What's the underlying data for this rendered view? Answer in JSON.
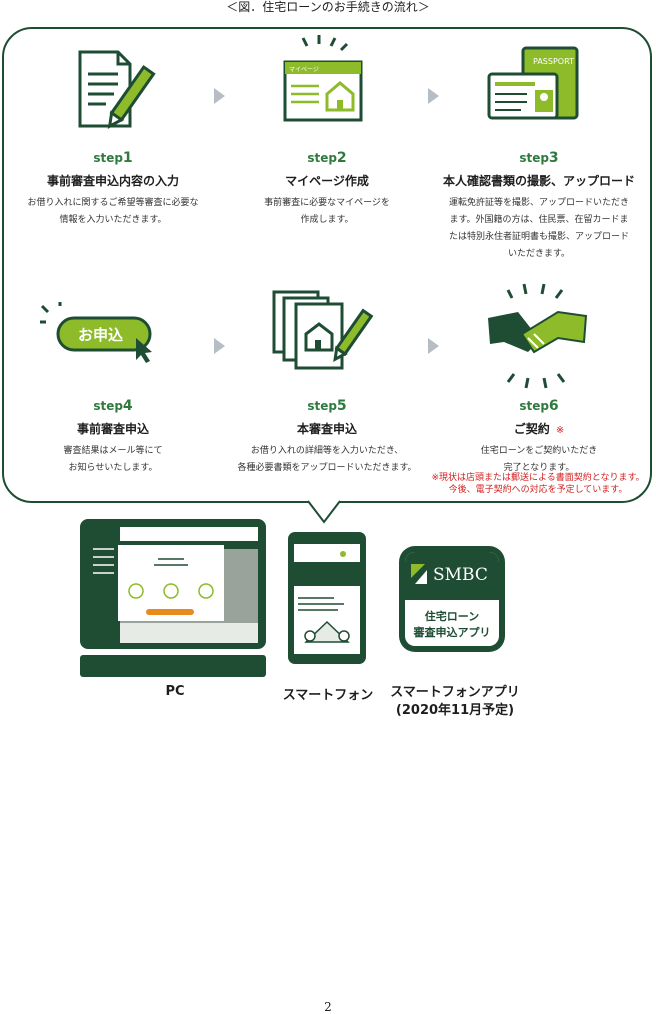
{
  "caption": "＜図．住宅ローンのお手続きの流れ＞",
  "steps": [
    {
      "prefix": "step",
      "num": "1",
      "title": "事前審査申込内容の入力",
      "desc": [
        "お借り入れに関するご希望等審査に必要な",
        "情報を入力いただきます。"
      ]
    },
    {
      "prefix": "step",
      "num": "2",
      "title": "マイページ作成",
      "desc": [
        "事前審査に必要なマイページを",
        "作成します。"
      ]
    },
    {
      "prefix": "step",
      "num": "3",
      "title": "本人確認書類の撮影、アップロード",
      "desc": [
        "運転免許証等を撮影、アップロードいただき",
        "ます。外国籍の方は、住民票、在留カードま",
        "たは特別永住者証明書も撮影、アップロード",
        "いただきます。"
      ]
    },
    {
      "prefix": "step",
      "num": "4",
      "title": "事前審査申込",
      "desc": [
        "審査結果はメール等にて",
        "お知らせいたします。"
      ]
    },
    {
      "prefix": "step",
      "num": "5",
      "title": "本審査申込",
      "desc": [
        "お借り入れの詳細等を入力いただき、",
        "各種必要書類をアップロードいただきます。"
      ]
    },
    {
      "prefix": "step",
      "num": "6",
      "title": "ご契約",
      "mark": "※",
      "desc": [
        "住宅ローンをご契約いただき",
        "完了となります。"
      ]
    }
  ],
  "note": [
    "※現状は店頭または郵送による書面契約となります。",
    "今後、電子契約への対応を予定しています。"
  ],
  "icons": {
    "mypage_bar_text": "マイページ",
    "apply_button": "お申込",
    "passport_text": "PASSPORT"
  },
  "devices": {
    "pc_label": "PC",
    "phone_label": "スマートフォン",
    "app_label_1": "スマートフォンアプリ",
    "app_label_2": "(2020年11月予定)",
    "app_brand": "SMBC",
    "app_name_1": "住宅ローン",
    "app_name_2": "審査申込アプリ"
  },
  "page_number": "2",
  "colors": {
    "dark_green": "#1e4d34",
    "lime": "#8dbb2a",
    "step_green": "#2f7a3e",
    "note_red": "#d21e1e"
  }
}
